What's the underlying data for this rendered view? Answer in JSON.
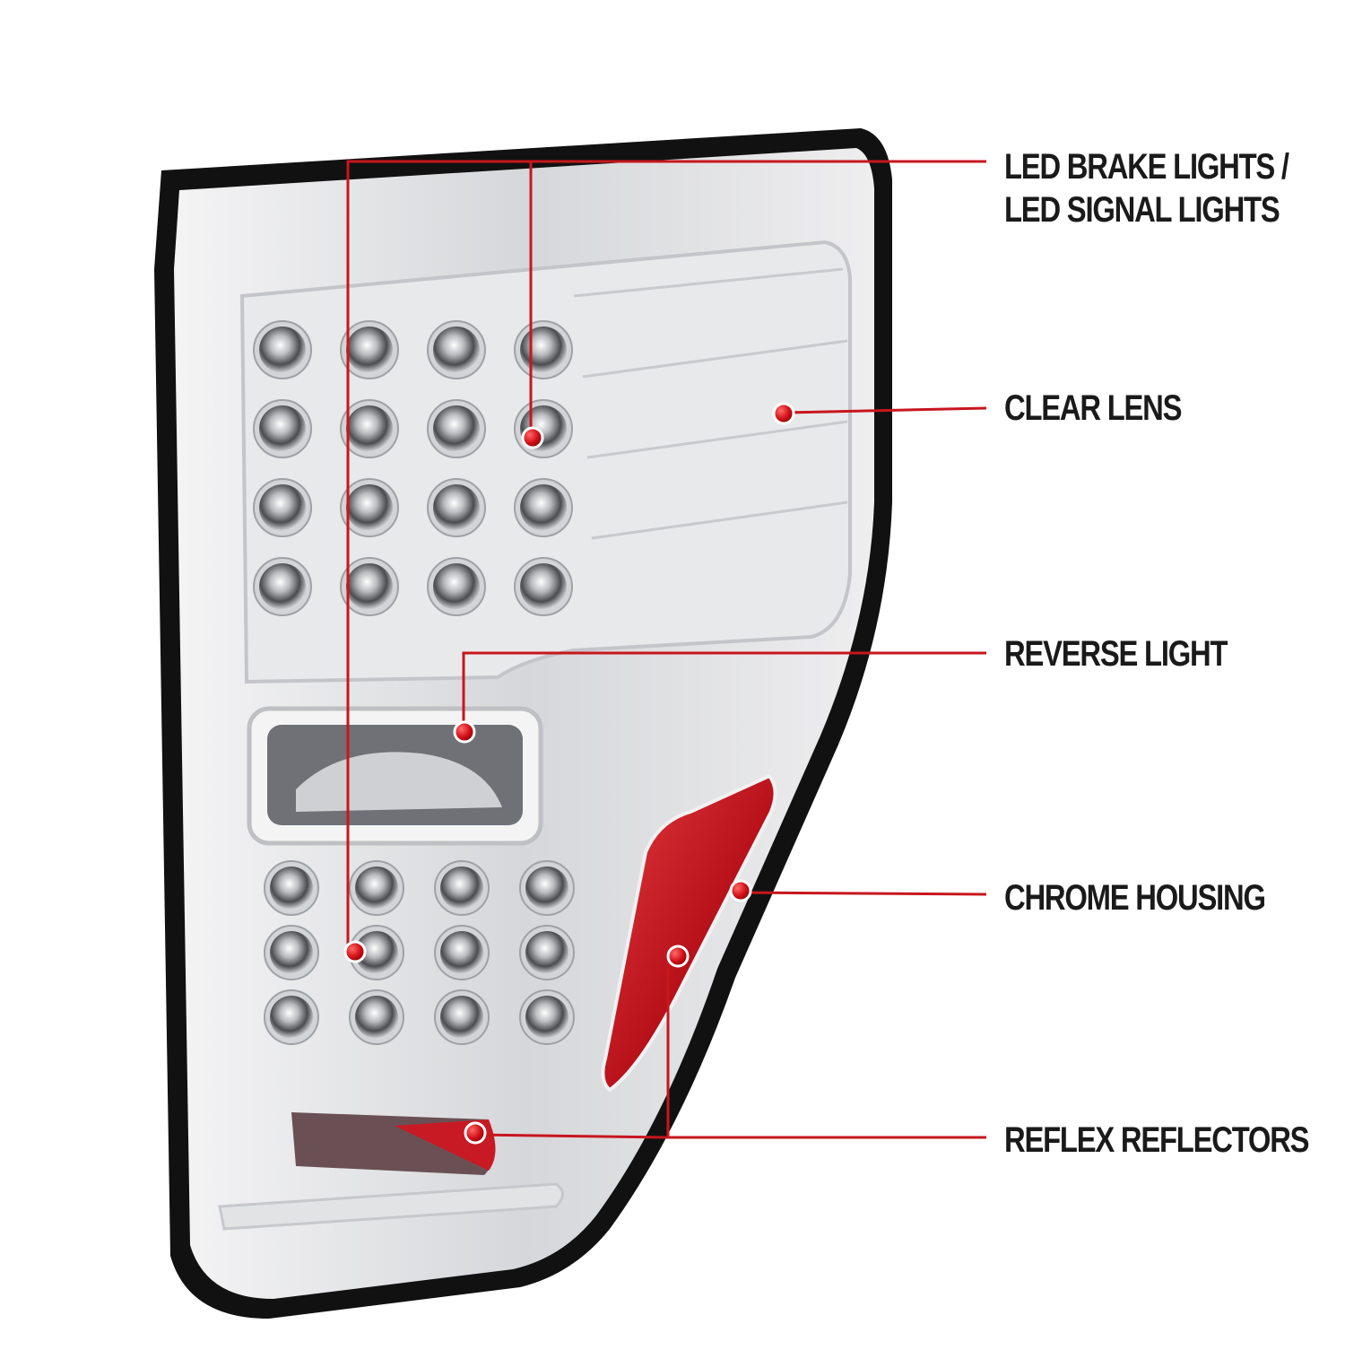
{
  "callouts": {
    "led": {
      "line1": "LED BRAKE LIGHTS /",
      "line2": "LED SIGNAL LIGHTS"
    },
    "lens": {
      "label": "CLEAR LENS"
    },
    "reverse": {
      "label": "REVERSE LIGHT"
    },
    "chrome": {
      "label": "CHROME HOUSING"
    },
    "reflex": {
      "label": "REFLEX REFLECTORS"
    }
  },
  "colors": {
    "leader": "#c8161d",
    "housing_trim": "#111111",
    "chrome": "#dcdde0",
    "reflector": "#c4101a"
  }
}
